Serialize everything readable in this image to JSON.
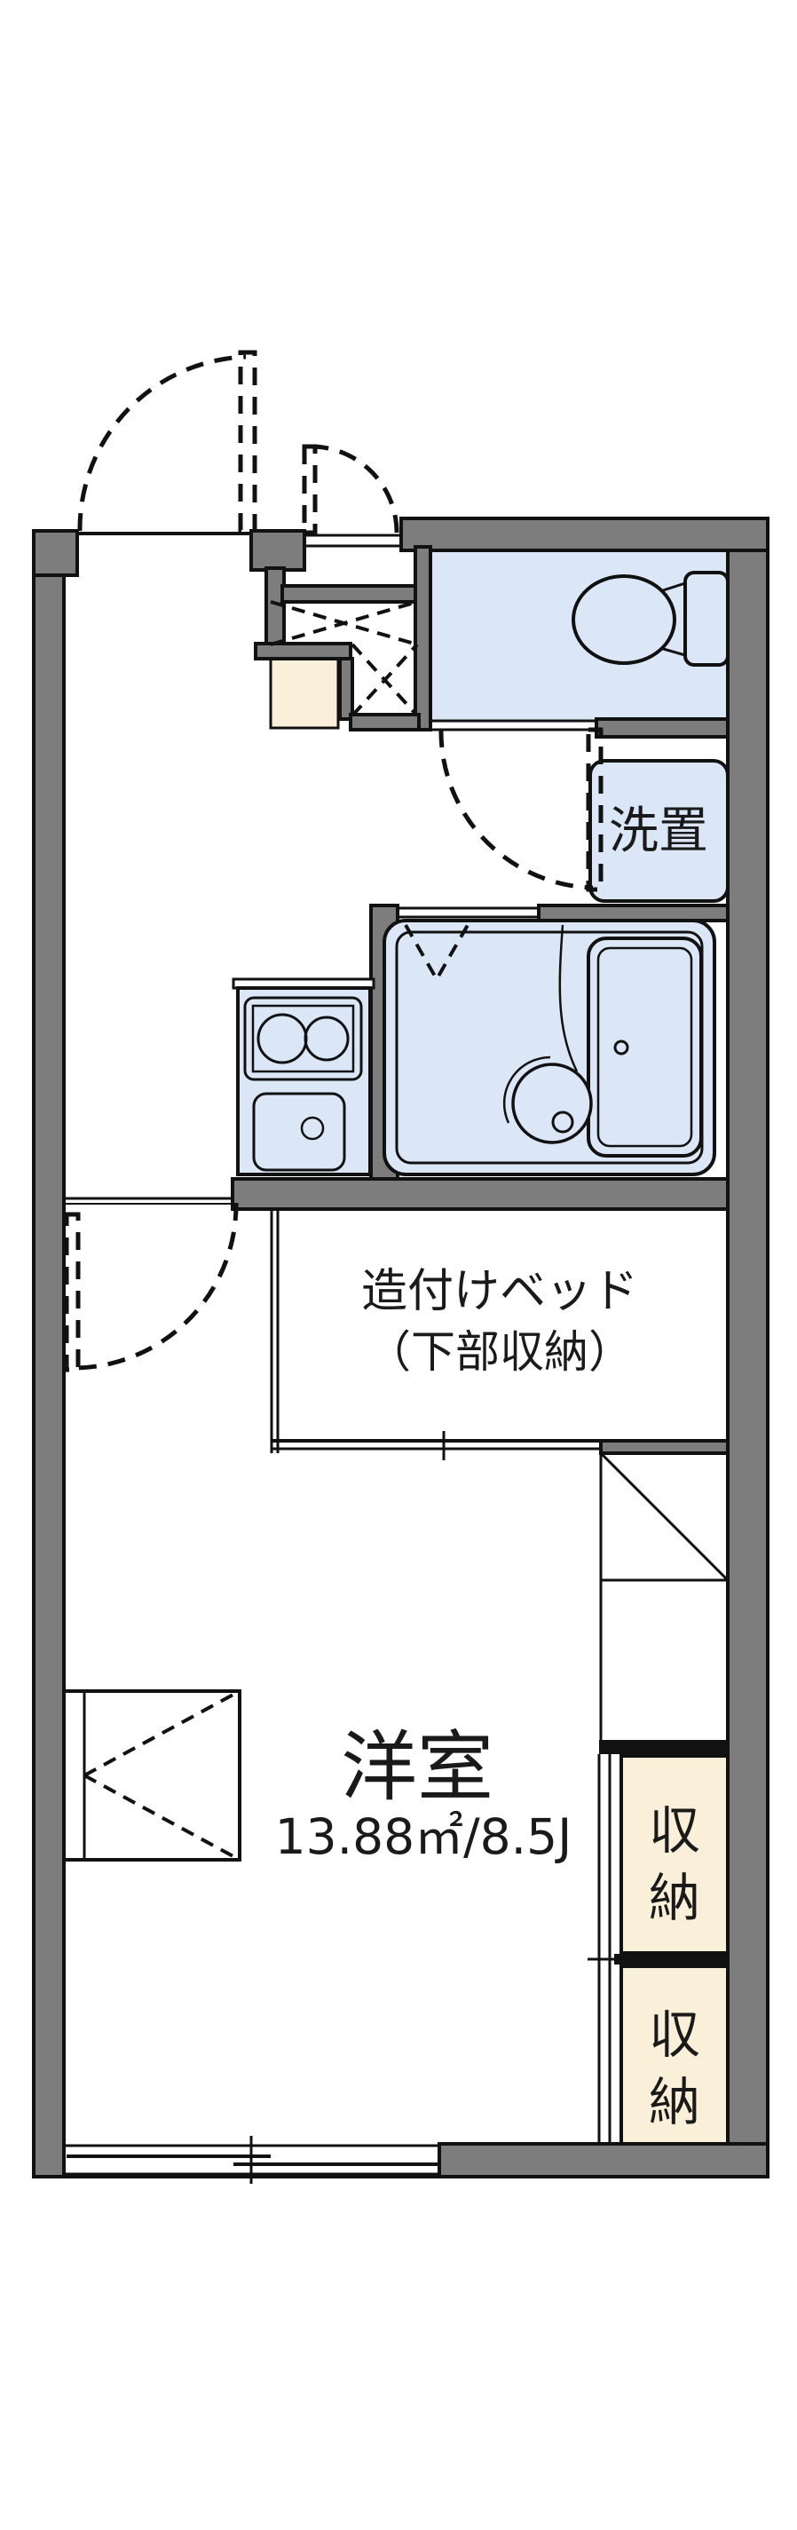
{
  "floorplan": {
    "type": "japanese-apartment-1K-floorplan",
    "labels": {
      "washer_space": "洗置",
      "bed_line1": "造付けベッド",
      "bed_line2": "（下部収納）",
      "room_name": "洋室",
      "room_area": "13.88㎡/8.5J",
      "storage": "収納",
      "storage_chars": [
        "収",
        "納"
      ]
    },
    "room_info": {
      "name": "洋室",
      "area_sqm": "13.88",
      "area_tatami": "8.5J"
    },
    "colors": {
      "wall_fill": "#7d7d7d",
      "wet_area_floor": "#dbe7f7",
      "storage_floor": "#faf0da",
      "line": "#111111",
      "background": "#ffffff"
    },
    "features": [
      "entrance-door-outswing",
      "second-outswing-door",
      "entrance-closet-dashed-x",
      "genkan-step",
      "toilet-room",
      "washing-machine-space",
      "unit-bathroom-with-tub-and-basin",
      "two-burner-kitchen-with-sink",
      "built-in-bed-with-under-storage",
      "fridge-space-diagonal",
      "two-storage-closets",
      "desk-counter-marker",
      "sliding-window"
    ]
  }
}
